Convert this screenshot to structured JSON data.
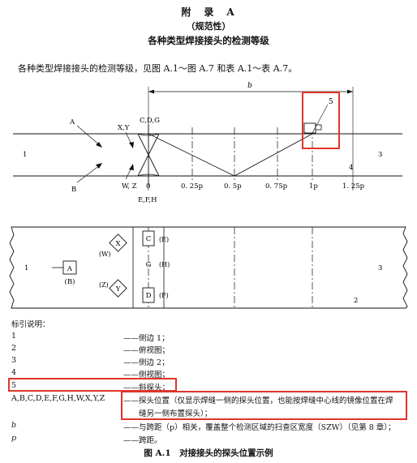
{
  "header": {
    "appendix": "附　录　A",
    "normative": "（规范性）",
    "title": "各种类型焊接接头的检测等级"
  },
  "intro": "各种类型焊接接头的检测等级，见图 A.1～图 A.7 和表 A.1～表 A.7。",
  "top_diagram": {
    "label_b": "b",
    "label_5": "5",
    "label_A": "A",
    "label_XY": "X,Y",
    "label_CDG": "C,D,G",
    "label_1": "1",
    "label_3": "3",
    "label_4": "4",
    "label_B": "B",
    "label_WZ": "W, Z",
    "label_0": "0",
    "label_025": "0. 25p",
    "label_05": "0. 5p",
    "label_075": "0. 75p",
    "label_1p": "1p",
    "label_125": "1. 25p",
    "label_EFH": "E,F,H"
  },
  "bottom_diagram": {
    "label_1": "1",
    "label_3": "3",
    "label_2": "2",
    "probe_A": "A",
    "probe_B_paren": "(B)",
    "probe_X": "X",
    "probe_W_paren": "(W)",
    "probe_Y": "Y",
    "probe_Z_paren": "(Z)",
    "probe_C": "C",
    "probe_E_paren": "(E)",
    "probe_G": "G",
    "probe_H_paren": "(H)",
    "probe_D": "D",
    "probe_F_paren": "(F)"
  },
  "legend": {
    "heading": "标引说明：",
    "items": [
      {
        "key": "1",
        "value": "——侧边 1；"
      },
      {
        "key": "2",
        "value": "——俯视图；"
      },
      {
        "key": "3",
        "value": "——侧边 2；"
      },
      {
        "key": "4",
        "value": "——侧视图；"
      },
      {
        "key": "5",
        "value": "——斜探头；"
      },
      {
        "key": "A,B,C,D,E,F,G,H,W,X,Y,Z",
        "value": "——探头位置（仅显示焊缝一侧的探头位置，也能按焊缝中心线的镜像位置在焊"
      },
      {
        "key": "",
        "value": "　　缝另一侧布置探头）；"
      },
      {
        "key": "b",
        "value": "——与跨距（p）相关，覆盖整个检测区域的扫查区宽度（SZW）（见第 8 章）；"
      },
      {
        "key": "p",
        "value": "——跨距。"
      }
    ]
  },
  "caption": "图 A.1　对接接头的探头位置示例"
}
